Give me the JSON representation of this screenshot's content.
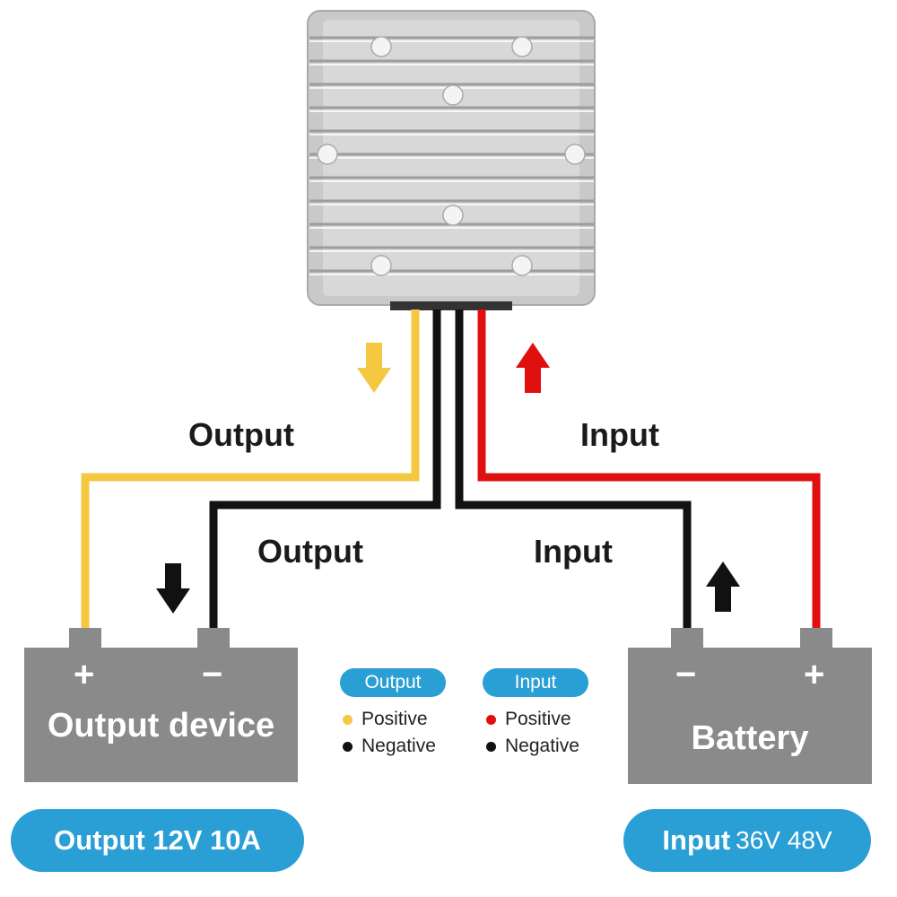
{
  "labels": {
    "output_top": "Output",
    "output_mid": "Output",
    "input_top": "Input",
    "input_mid": "Input"
  },
  "output_device": {
    "title": "Output device",
    "plus": "+",
    "minus": "−"
  },
  "battery": {
    "title": "Battery",
    "plus": "+",
    "minus": "−"
  },
  "legend": {
    "output": {
      "title": "Output",
      "positive": "Positive",
      "negative": "Negative",
      "positive_color": "#f5c842",
      "negative_color": "#111111"
    },
    "input": {
      "title": "Input",
      "positive": "Positive",
      "negative": "Negative",
      "positive_color": "#e01010",
      "negative_color": "#111111"
    }
  },
  "specs": {
    "output": "Output 12V 10A",
    "input_label": "Input",
    "input_values": "36V 48V"
  },
  "colors": {
    "wire_yellow": "#f5c842",
    "wire_red": "#e01010",
    "wire_black": "#111111",
    "box_gray": "#8a8a8a",
    "pill_blue": "#2a9fd6"
  },
  "icons": {
    "converter": "dc-dc-converter-heatsink",
    "arrow_output_yellow": "arrow-down-icon",
    "arrow_input_red": "arrow-up-icon",
    "arrow_output_black": "arrow-down-icon",
    "arrow_input_black": "arrow-up-icon"
  }
}
